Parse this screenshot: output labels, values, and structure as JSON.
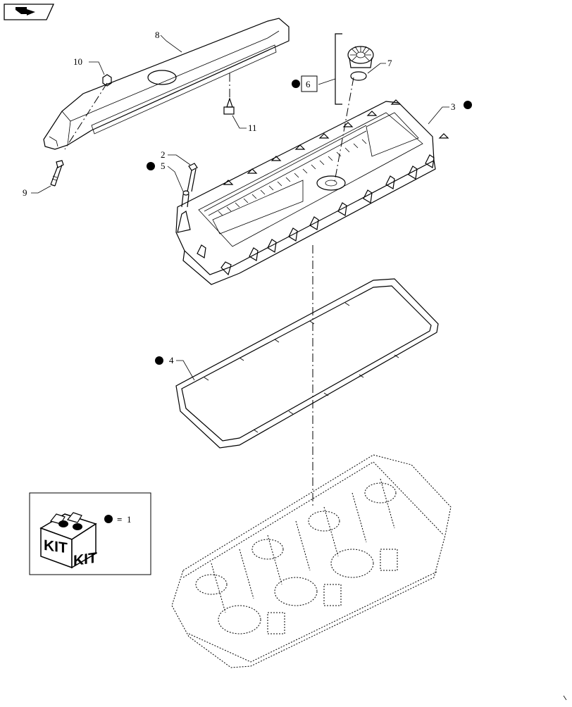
{
  "callouts": {
    "c1": "1",
    "c2": "2",
    "c3": "3",
    "c4": "4",
    "c5": "5",
    "c6": "6",
    "c7": "7",
    "c8": "8",
    "c9": "9",
    "c10": "10",
    "c11": "11"
  },
  "legend": {
    "kit_label_left": "KIT",
    "kit_label_right": "KIT",
    "equals": "="
  },
  "icons": {
    "nav": "back-arrow-icon",
    "kit": "kit-box-icon",
    "marker": "black-dot-marker"
  },
  "colors": {
    "line": "#000000",
    "background": "#ffffff"
  }
}
